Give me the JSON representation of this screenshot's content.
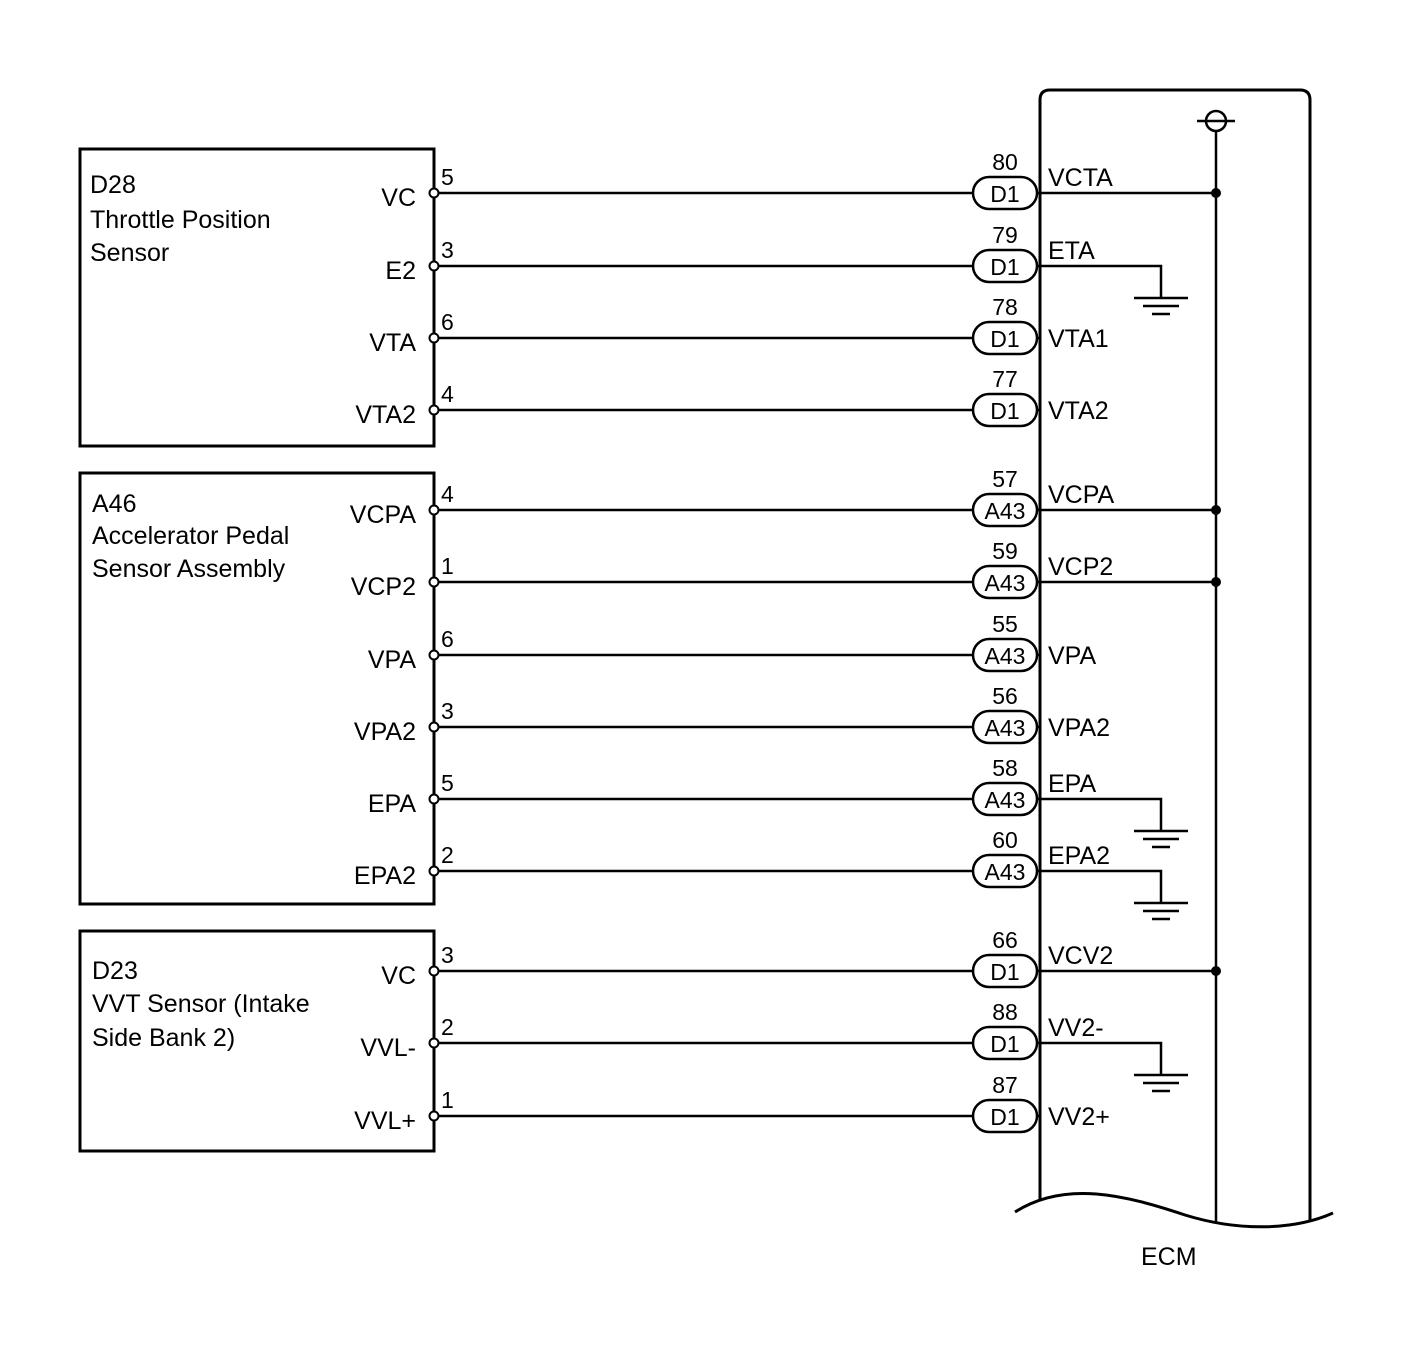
{
  "components": [
    {
      "id": "D28",
      "name_lines": [
        "D28",
        "Throttle Position",
        "Sensor"
      ],
      "pins": [
        {
          "name": "VC",
          "pin": "5",
          "ecm_pin": "80",
          "connector": "D1",
          "ecm_signal": "VCTA",
          "ecm_term": "power"
        },
        {
          "name": "E2",
          "pin": "3",
          "ecm_pin": "79",
          "connector": "D1",
          "ecm_signal": "ETA",
          "ecm_term": "ground"
        },
        {
          "name": "VTA",
          "pin": "6",
          "ecm_pin": "78",
          "connector": "D1",
          "ecm_signal": "VTA1",
          "ecm_term": "none"
        },
        {
          "name": "VTA2",
          "pin": "4",
          "ecm_pin": "77",
          "connector": "D1",
          "ecm_signal": "VTA2",
          "ecm_term": "none"
        }
      ]
    },
    {
      "id": "A46",
      "name_lines": [
        "A46",
        "Accelerator Pedal",
        "Sensor Assembly"
      ],
      "pins": [
        {
          "name": "VCPA",
          "pin": "4",
          "ecm_pin": "57",
          "connector": "A43",
          "ecm_signal": "VCPA",
          "ecm_term": "power"
        },
        {
          "name": "VCP2",
          "pin": "1",
          "ecm_pin": "59",
          "connector": "A43",
          "ecm_signal": "VCP2",
          "ecm_term": "power"
        },
        {
          "name": "VPA",
          "pin": "6",
          "ecm_pin": "55",
          "connector": "A43",
          "ecm_signal": "VPA",
          "ecm_term": "none"
        },
        {
          "name": "VPA2",
          "pin": "3",
          "ecm_pin": "56",
          "connector": "A43",
          "ecm_signal": "VPA2",
          "ecm_term": "none"
        },
        {
          "name": "EPA",
          "pin": "5",
          "ecm_pin": "58",
          "connector": "A43",
          "ecm_signal": "EPA",
          "ecm_term": "ground"
        },
        {
          "name": "EPA2",
          "pin": "2",
          "ecm_pin": "60",
          "connector": "A43",
          "ecm_signal": "EPA2",
          "ecm_term": "ground"
        }
      ]
    },
    {
      "id": "D23",
      "name_lines": [
        "D23",
        "VVT Sensor (Intake",
        "Side Bank 2)"
      ],
      "pins": [
        {
          "name": "VC",
          "pin": "3",
          "ecm_pin": "66",
          "connector": "D1",
          "ecm_signal": "VCV2",
          "ecm_term": "power"
        },
        {
          "name": "VVL-",
          "pin": "2",
          "ecm_pin": "88",
          "connector": "D1",
          "ecm_signal": "VV2-",
          "ecm_term": "ground"
        },
        {
          "name": "VVL+",
          "pin": "1",
          "ecm_pin": "87",
          "connector": "D1",
          "ecm_signal": "VV2+",
          "ecm_term": "none"
        }
      ]
    }
  ],
  "ecm_label": "ECM",
  "icons": {
    "power_source": "power-source-icon",
    "ground": "ground-icon",
    "terminal": "terminal-icon"
  }
}
